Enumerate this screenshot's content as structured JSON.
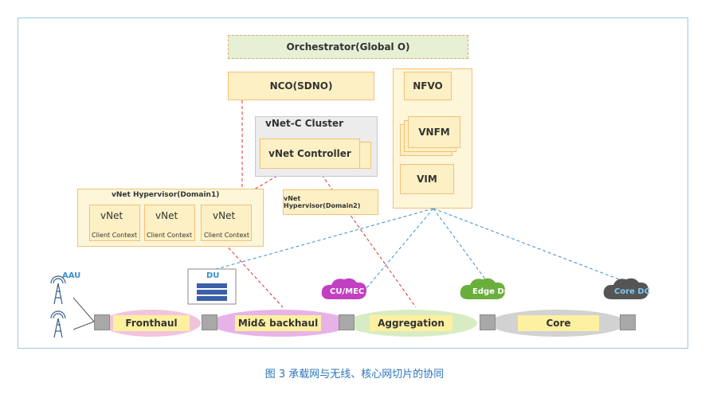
{
  "orchestrator": "Orchestrator(Global O)",
  "nco": "NCO(SDNO)",
  "nfvo": "NFVO",
  "vnfm": "VNFM",
  "vim": "VIM",
  "vnet_c_cluster": "vNet-C  Cluster",
  "vnet_controller": "vNet Controller",
  "hypervisor1": "vNet Hypervisor(Domain1)",
  "hypervisor2": "vNet Hypervisor(Domain2)",
  "vnet_label": "vNet",
  "client_context": "Client Context",
  "aau": "AAU",
  "du": "DU",
  "cu_mec": "CU/MEC",
  "edge_dc": "Edge DC",
  "core_dc": "Core DC",
  "segments": {
    "fronthaul": "Fronthaul",
    "midbackhaul": "Mid& backhaul",
    "aggregation": "Aggregation",
    "core": "Core"
  },
  "caption": "图 3   承载网与无线、核心网切片的协同",
  "colors": {
    "box_fill": "#fdf0c4",
    "box_border": "#f2c078",
    "orch_fill": "#e6f0d4",
    "red_dash": "#e03030",
    "blue_dash": "#3a8fcc",
    "frame": "#9cc8e6",
    "caption": "#2a74b8"
  }
}
